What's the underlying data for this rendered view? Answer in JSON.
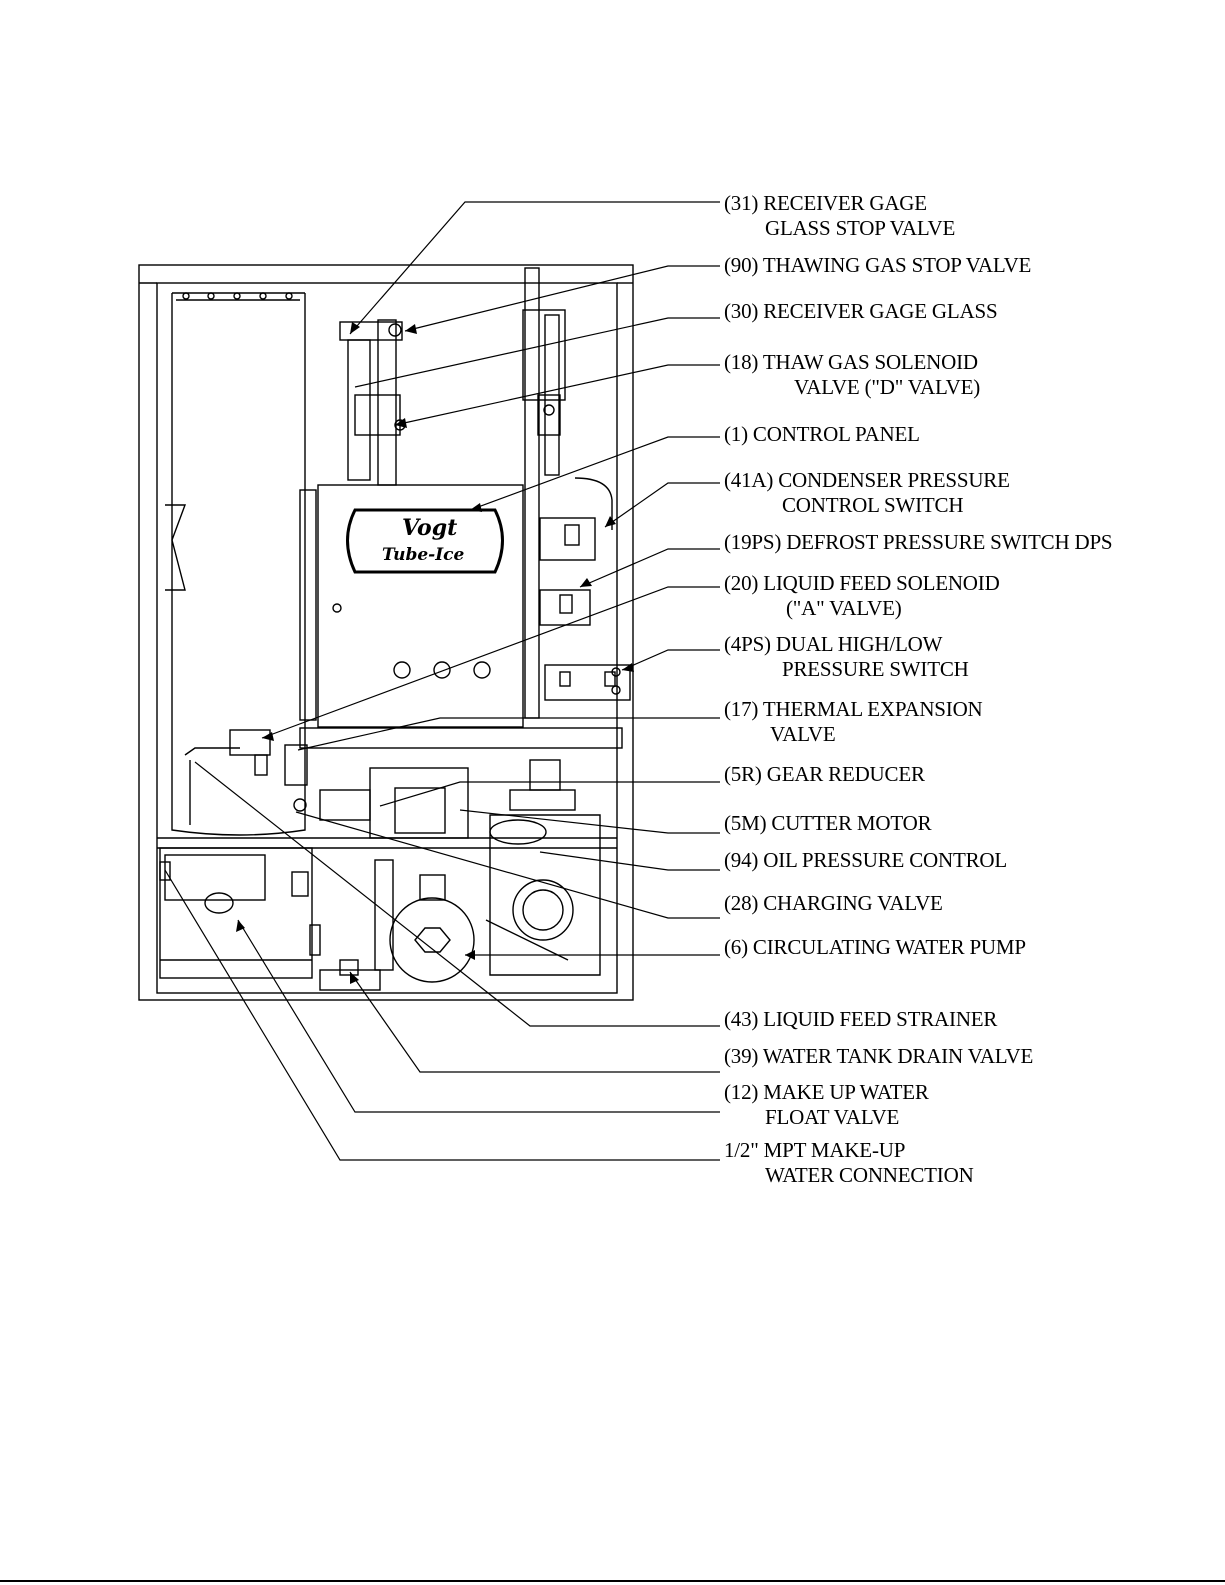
{
  "figure": {
    "logo_text": [
      "Vogt",
      "Tube-Ice"
    ],
    "callouts": [
      {
        "id": "31",
        "line1": "(31) RECEIVER GAGE",
        "line2": "GLASS STOP VALVE",
        "indent2": 41
      },
      {
        "id": "90",
        "line1": "(90) THAWING GAS STOP VALVE",
        "line2": "",
        "indent2": 0
      },
      {
        "id": "30",
        "line1": "(30) RECEIVER GAGE GLASS",
        "line2": "",
        "indent2": 0
      },
      {
        "id": "18",
        "line1": "(18) THAW GAS SOLENOID",
        "line2": "VALVE (\"D\" VALVE)",
        "indent2": 70
      },
      {
        "id": "1",
        "line1": "(1) CONTROL PANEL",
        "line2": "",
        "indent2": 0
      },
      {
        "id": "41A",
        "line1": "(41A) CONDENSER PRESSURE",
        "line2": "CONTROL SWITCH",
        "indent2": 58
      },
      {
        "id": "19PS",
        "line1": "(19PS) DEFROST PRESSURE SWITCH DPS",
        "line2": "",
        "indent2": 0
      },
      {
        "id": "20",
        "line1": "(20) LIQUID FEED SOLENOID",
        "line2": "(\"A\" VALVE)",
        "indent2": 62
      },
      {
        "id": "4PS",
        "line1": "(4PS) DUAL HIGH/LOW",
        "line2": "PRESSURE SWITCH",
        "indent2": 58
      },
      {
        "id": "17",
        "line1": "(17) THERMAL  EXPANSION",
        "line2": "VALVE",
        "indent2": 46
      },
      {
        "id": "5R",
        "line1": "(5R) GEAR REDUCER",
        "line2": "",
        "indent2": 0
      },
      {
        "id": "5M",
        "line1": "(5M) CUTTER MOTOR",
        "line2": "",
        "indent2": 0
      },
      {
        "id": "94",
        "line1": "(94) OIL PRESSURE CONTROL",
        "line2": "",
        "indent2": 0
      },
      {
        "id": "28",
        "line1": "(28) CHARGING VALVE",
        "line2": "",
        "indent2": 0
      },
      {
        "id": "6",
        "line1": "(6) CIRCULATING WATER PUMP",
        "line2": "",
        "indent2": 0
      },
      {
        "id": "43",
        "line1": "(43) LIQUID FEED STRAINER",
        "line2": "",
        "indent2": 0
      },
      {
        "id": "39",
        "line1": "(39) WATER TANK DRAIN VALVE",
        "line2": "",
        "indent2": 0
      },
      {
        "id": "12",
        "line1": "(12) MAKE UP WATER",
        "line2": "FLOAT VALVE",
        "indent2": 41
      },
      {
        "id": "mpt",
        "line1": "1/2\" MPT MAKE-UP",
        "line2": "WATER CONNECTION",
        "indent2": 41
      }
    ]
  }
}
